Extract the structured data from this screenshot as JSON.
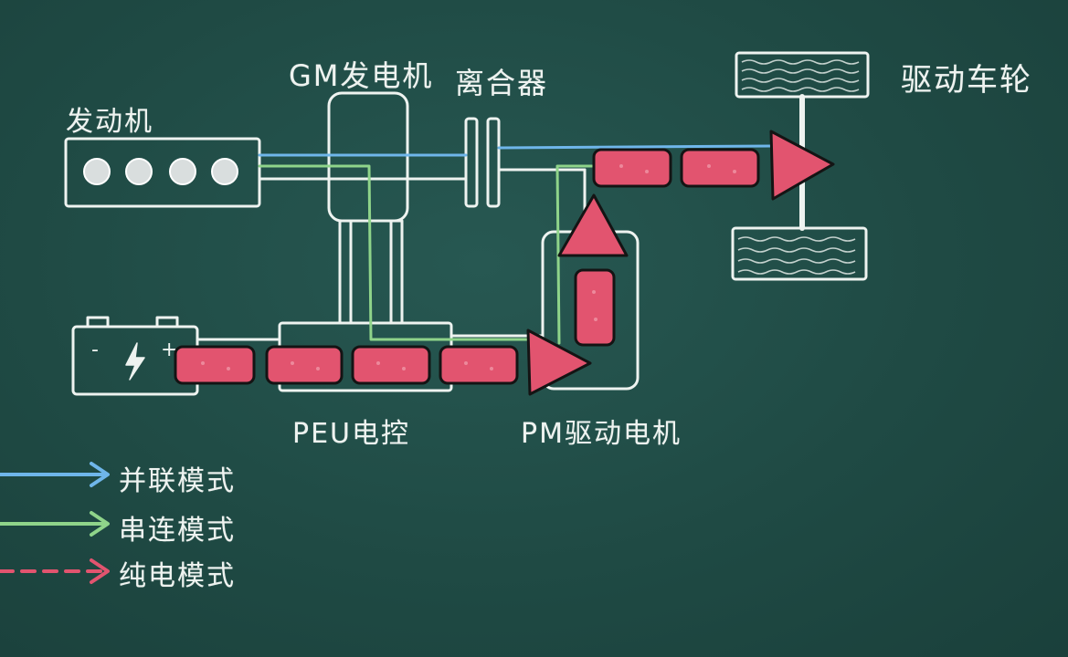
{
  "labels": {
    "engine": "发动机",
    "generator": "GM发电机",
    "clutch": "离合器",
    "drive_wheel": "驱动车轮",
    "peu": "PEU电控",
    "pm_motor": "PM驱动电机"
  },
  "legend": [
    {
      "text": "并联模式",
      "color": "#6fb6ea",
      "style": "solid"
    },
    {
      "text": "串连模式",
      "color": "#8fd48a",
      "style": "solid"
    },
    {
      "text": "纯电模式",
      "color": "#e2546f",
      "style": "dashed"
    }
  ],
  "battery_symbols": {
    "minus": "-",
    "plus": "+"
  },
  "colors": {
    "chalkboard": "#1f4a44",
    "chalk": "#eef3f0",
    "parallel": "#6fb6ea",
    "series": "#8fd48a",
    "electric": "#e2546f"
  }
}
